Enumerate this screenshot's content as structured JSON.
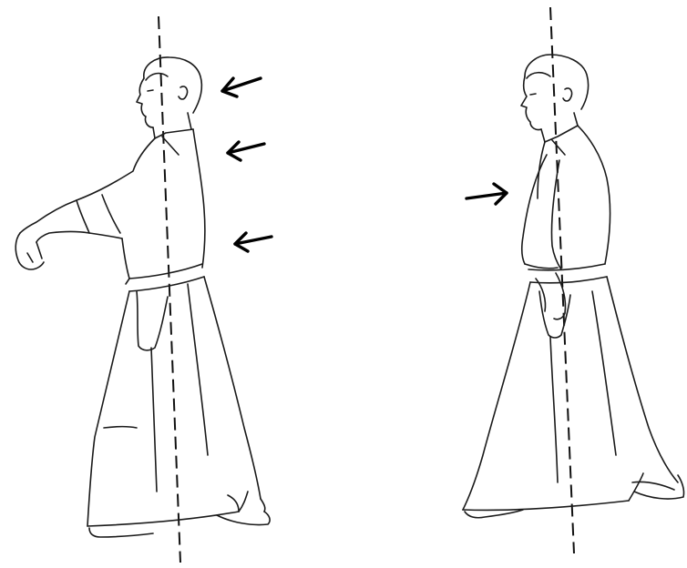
{
  "figure": {
    "description_hidden": "",
    "colors": {
      "background": "#ffffff",
      "ink": "#1a1a1a"
    }
  },
  "figures": [
    {
      "id": "poor-posture",
      "icon": "hakama-figure-leaning",
      "arrows": {
        "count": 3,
        "direction": "left"
      }
    },
    {
      "id": "correct-posture",
      "icon": "hakama-figure-upright",
      "arrows": {
        "count": 1,
        "direction": "right"
      }
    }
  ]
}
